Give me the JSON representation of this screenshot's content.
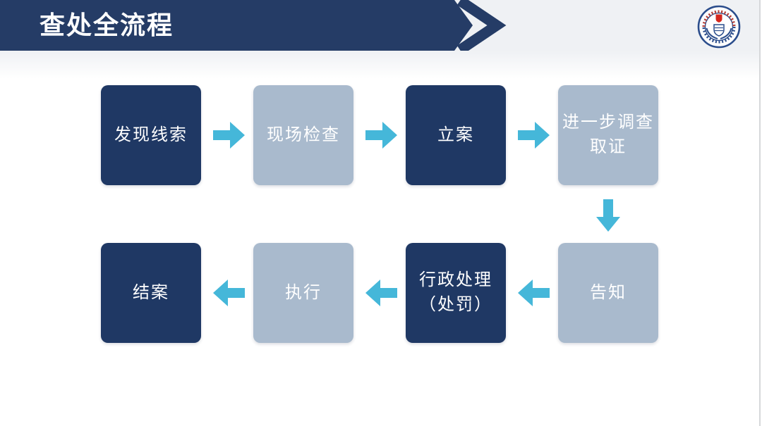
{
  "header": {
    "title": "查处全流程"
  },
  "logo": {
    "name": "urban-management-law-enforcement-emblem",
    "emblem_red": "#d5281e",
    "emblem_blue": "#2b4d8c"
  },
  "theme": {
    "band": "#253c66",
    "dark_box": "#1f3864",
    "light_box": "#a9bacd",
    "arrow": "#45b7d9",
    "page_top": "#eff1f4",
    "edge_line": "#d6d8da"
  },
  "flow": {
    "nodes": [
      {
        "label": "发现线索",
        "variant": "dark"
      },
      {
        "label": "现场检查",
        "variant": "light"
      },
      {
        "label": "立案",
        "variant": "dark"
      },
      {
        "label": "进一步调查\n取证",
        "variant": "light"
      },
      {
        "label": "告知",
        "variant": "light"
      },
      {
        "label": "行政处理\n（处罚）",
        "variant": "dark"
      },
      {
        "label": "执行",
        "variant": "light"
      },
      {
        "label": "结案",
        "variant": "dark"
      }
    ],
    "connectors": [
      {
        "from": "发现线索",
        "to": "现场检查",
        "direction": "right"
      },
      {
        "from": "现场检查",
        "to": "立案",
        "direction": "right"
      },
      {
        "from": "立案",
        "to": "进一步调查取证",
        "direction": "right"
      },
      {
        "from": "进一步调查取证",
        "to": "告知",
        "direction": "down"
      },
      {
        "from": "告知",
        "to": "行政处理（处罚）",
        "direction": "left"
      },
      {
        "from": "行政处理（处罚）",
        "to": "执行",
        "direction": "left"
      },
      {
        "from": "执行",
        "to": "结案",
        "direction": "left"
      }
    ]
  }
}
